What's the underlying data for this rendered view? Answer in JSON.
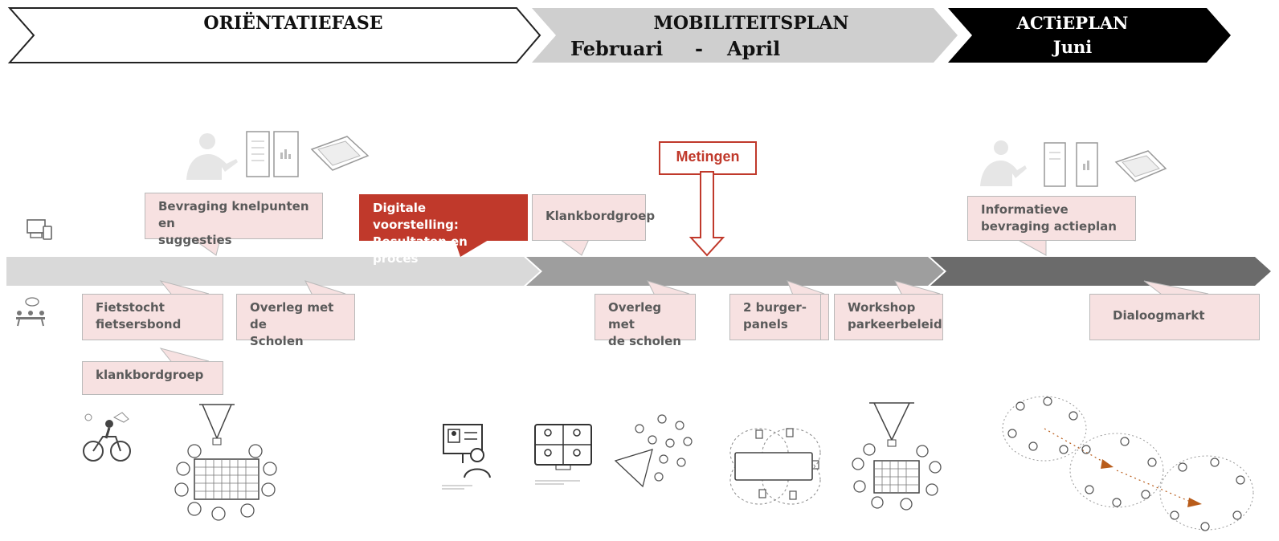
{
  "phases": [
    {
      "title": "ORIËNTATIEFASE"
    },
    {
      "title": "MOBILITEITSPLAN",
      "from": "Februari",
      "sep": "-",
      "to": "April"
    },
    {
      "title": "ACTiEPLAN",
      "date": "Juni"
    }
  ],
  "metingen": "Metingen",
  "online_callouts": [
    {
      "line1": "Bevraging knelpunten en",
      "line2": "suggesties"
    },
    {
      "line1": "Digitale voorstelling:",
      "line2": "Resultaten en proces"
    },
    {
      "line1": "Klankbordgroep"
    },
    {
      "line1": "Informatieve",
      "line2": "bevraging actieplan"
    }
  ],
  "meeting_callouts": [
    {
      "line1": "Fietstocht",
      "line2": "fietsersbond"
    },
    {
      "line1": "Overleg met de",
      "line2": "Scholen"
    },
    {
      "line1": "klankbordgroep"
    },
    {
      "line1": "Overleg met",
      "line2": "de scholen"
    },
    {
      "line1": "2 burger-",
      "line2": "panels"
    },
    {
      "line1": "Workshop",
      "line2": "parkeerbeleid"
    },
    {
      "line1": "Dialoogmarkt"
    }
  ],
  "colors": {
    "accent": "#c0392b",
    "callout_bg": "#f7e1e1",
    "bar1": "#d9d9d9",
    "bar2": "#9e9e9e",
    "bar3": "#6b6b6b",
    "banner2": "#cfcfcf"
  },
  "icons": [
    "devices-icon",
    "meeting-icon",
    "presentation-person-icon",
    "document-icon",
    "bike-icon",
    "workshop-table-icon",
    "video-call-icon",
    "group-discussion-icon",
    "dialogue-market-icon"
  ]
}
